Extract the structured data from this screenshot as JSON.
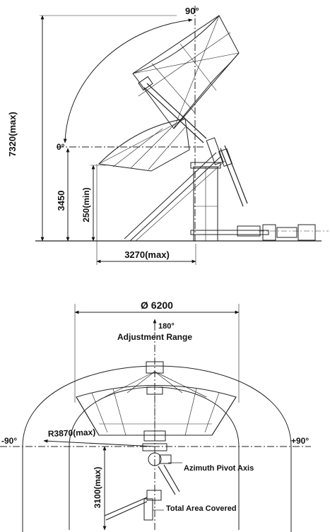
{
  "side_view": {
    "angle_top": "90°",
    "angle_zero": "0°",
    "dim_total_height": "7320(max)",
    "dim_pivot_height": "3450",
    "dim_min_clearance": "250(min)",
    "dim_reach": "3270(max)"
  },
  "top_view": {
    "dim_diameter": "Ø 6200",
    "angle_180": "180°",
    "adjustment_label": "Adjustment Range",
    "angle_minus_90": "-90°",
    "angle_plus_90": "+90°",
    "dim_radius": "R3870(max)",
    "dim_offset": "3100(max)",
    "azimuth_label": "Azimuth Pivot Axis",
    "area_label": "Total Area Covered"
  }
}
